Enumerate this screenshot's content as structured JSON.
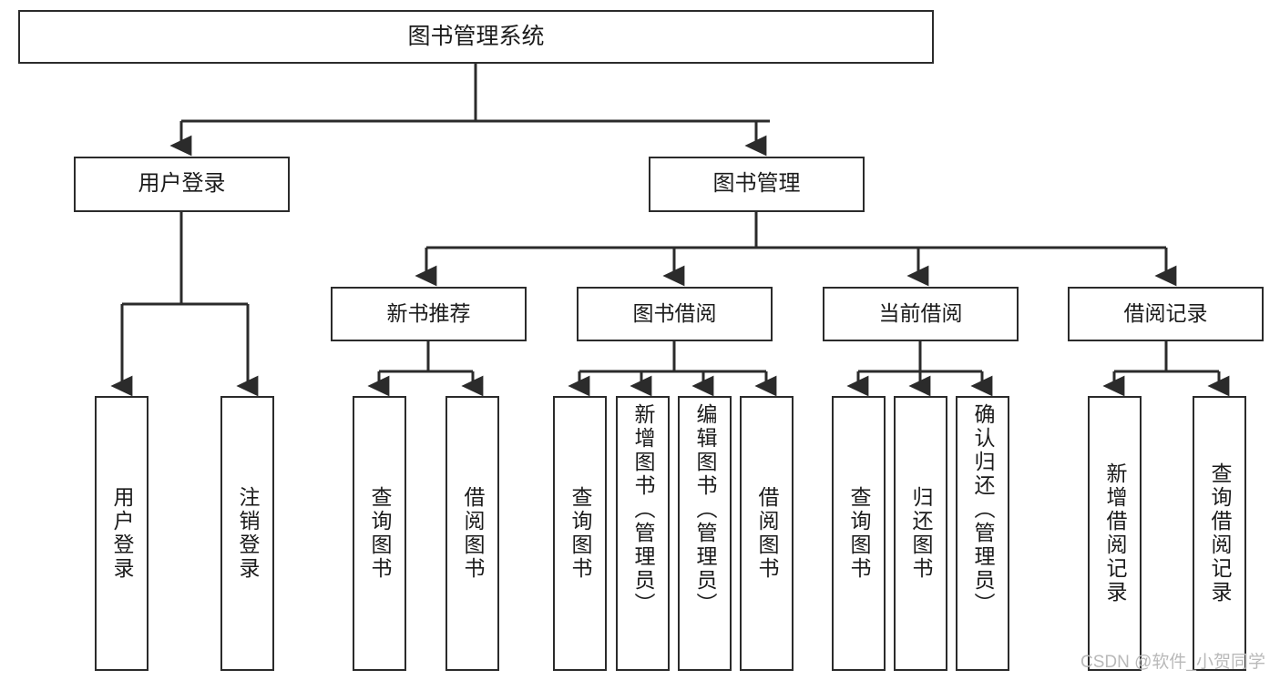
{
  "diagram": {
    "type": "tree-hierarchy",
    "title": "图书管理系统",
    "watermark": "CSDN @软件_小贺同学",
    "colors": {
      "stroke": "#2b2b2b",
      "fill": "#ffffff",
      "text": "#1b1b1b",
      "watermark": "#b9b9b9"
    },
    "root": {
      "label": "图书管理系统"
    },
    "level2": [
      {
        "label": "用户登录"
      },
      {
        "label": "图书管理"
      }
    ],
    "level3": [
      {
        "label": "新书推荐"
      },
      {
        "label": "图书借阅"
      },
      {
        "label": "当前借阅"
      },
      {
        "label": "借阅记录"
      }
    ],
    "leaves": {
      "user_login": [
        {
          "label": "用户登录"
        },
        {
          "label": "注销登录"
        }
      ],
      "new_book": [
        {
          "label": "查询图书"
        },
        {
          "label": "借阅图书"
        }
      ],
      "book_borrow": [
        {
          "label": "查询图书"
        },
        {
          "label": "新增图书（管理员）"
        },
        {
          "label": "编辑图书（管理员）"
        },
        {
          "label": "借阅图书"
        }
      ],
      "current_borrow": [
        {
          "label": "查询图书"
        },
        {
          "label": "归还图书"
        },
        {
          "label": "确认归还（管理员）"
        }
      ],
      "borrow_record": [
        {
          "label": "新增借阅记录"
        },
        {
          "label": "查询借阅记录"
        }
      ]
    }
  }
}
